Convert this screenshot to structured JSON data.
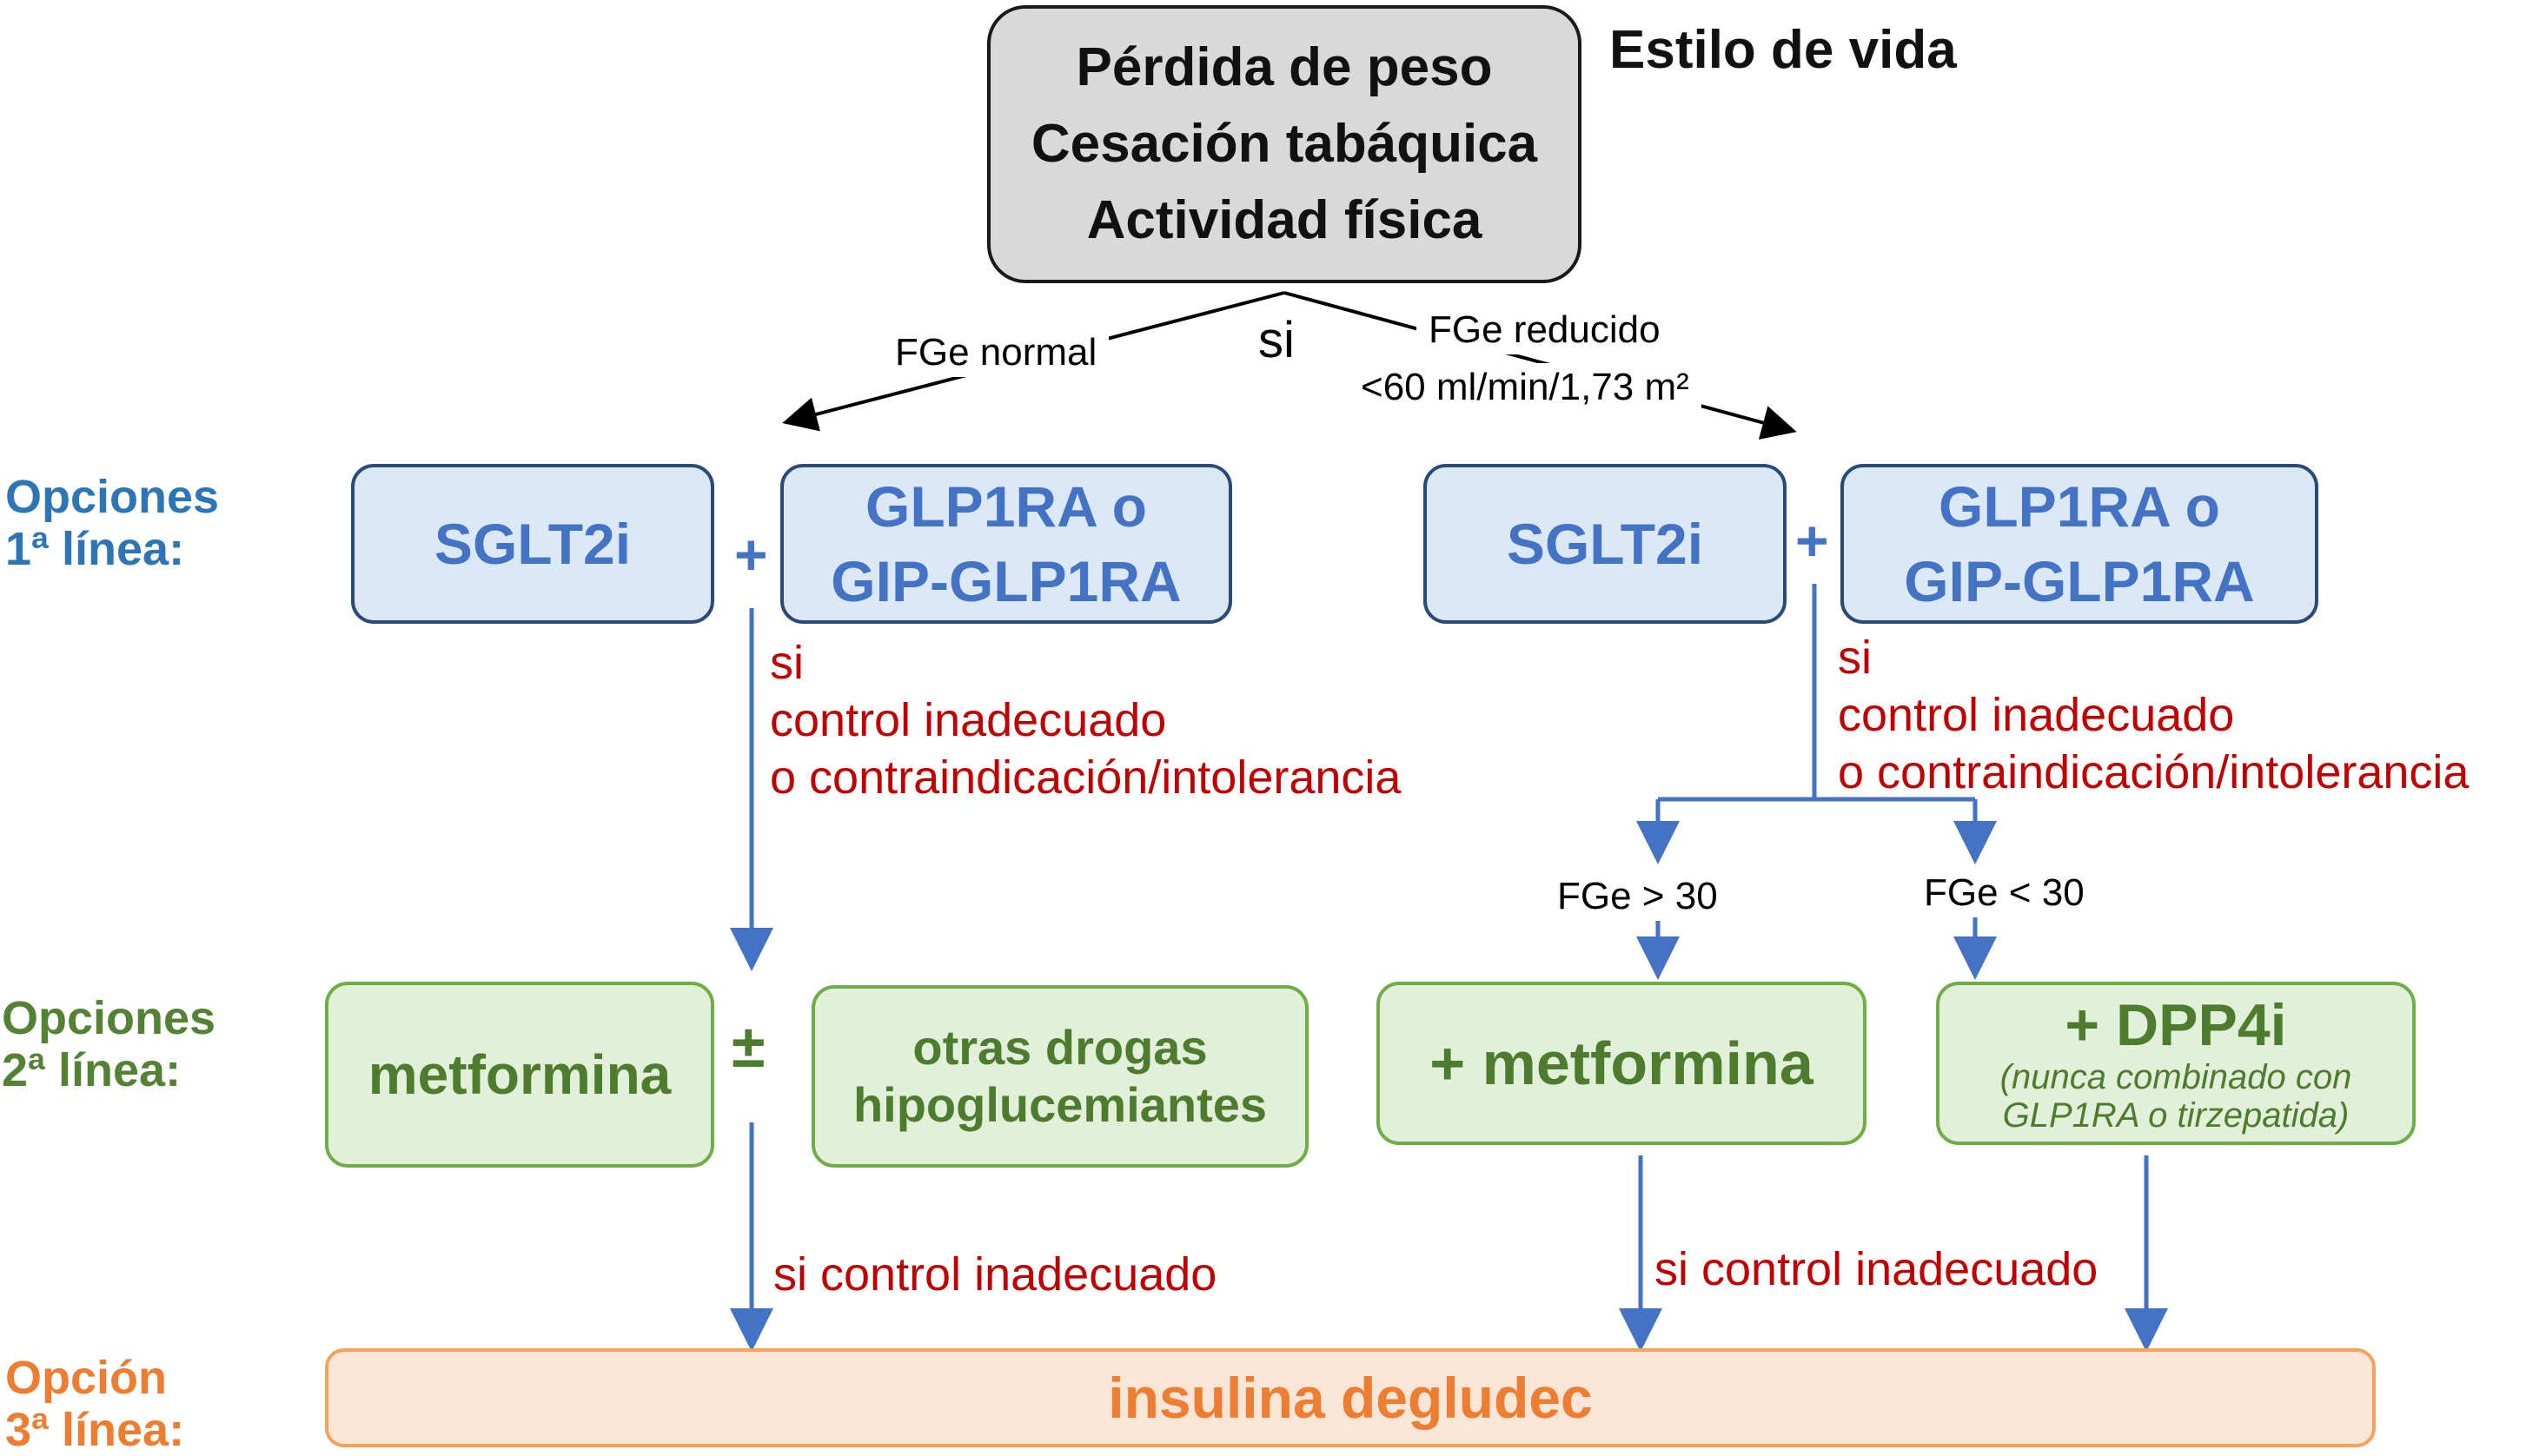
{
  "lifestyle": {
    "lines": [
      "Pérdida de peso",
      "Cesación tabáquica",
      "Actividad física"
    ],
    "caption": "Estilo de vida"
  },
  "branch": {
    "si": "si",
    "normal_label": "FGe normal",
    "reduced_label_1": "FGe reducido",
    "reduced_label_2": "<60 ml/min/1,73 m²"
  },
  "row_labels": {
    "first_1": "Opciones",
    "first_2": "1ª línea:",
    "second_1": "Opciones",
    "second_2": "2ª línea:",
    "third_1": "Opción",
    "third_2": "3ª línea:"
  },
  "left": {
    "sglt2i": "SGLT2i",
    "plus": "+",
    "glp1_1": "GLP1RA o",
    "glp1_2": "GIP-GLP1RA",
    "cond_1": "si",
    "cond_2": "control inadecuado",
    "cond_3": "o contraindicación/intolerancia",
    "metformina": "metformina",
    "plusminus": "±",
    "otras_1": "otras drogas",
    "otras_2": "hipoglucemiantes",
    "cond_final": "si control inadecuado"
  },
  "right": {
    "sglt2i": "SGLT2i",
    "plus": "+",
    "glp1_1": "GLP1RA o",
    "glp1_2": "GIP-GLP1RA",
    "cond_1": "si",
    "cond_2": "control inadecuado",
    "cond_3": "o contraindicación/intolerancia",
    "fge_gt": "FGe > 30",
    "fge_lt": "FGe < 30",
    "metformina": "+ metformina",
    "dpp4i": "+ DPP4i",
    "dpp4i_note_1": "(nunca combinado con",
    "dpp4i_note_2": "GLP1RA o tirzepatida)",
    "cond_final": "si control inadecuado"
  },
  "third": {
    "insulina": "insulina degludec"
  },
  "colors": {
    "blue": "#4472c4",
    "green": "#70ad47",
    "orange": "#ed7d31",
    "red": "#c00000",
    "label_blue": "#2e75b6",
    "label_green": "#548235"
  }
}
